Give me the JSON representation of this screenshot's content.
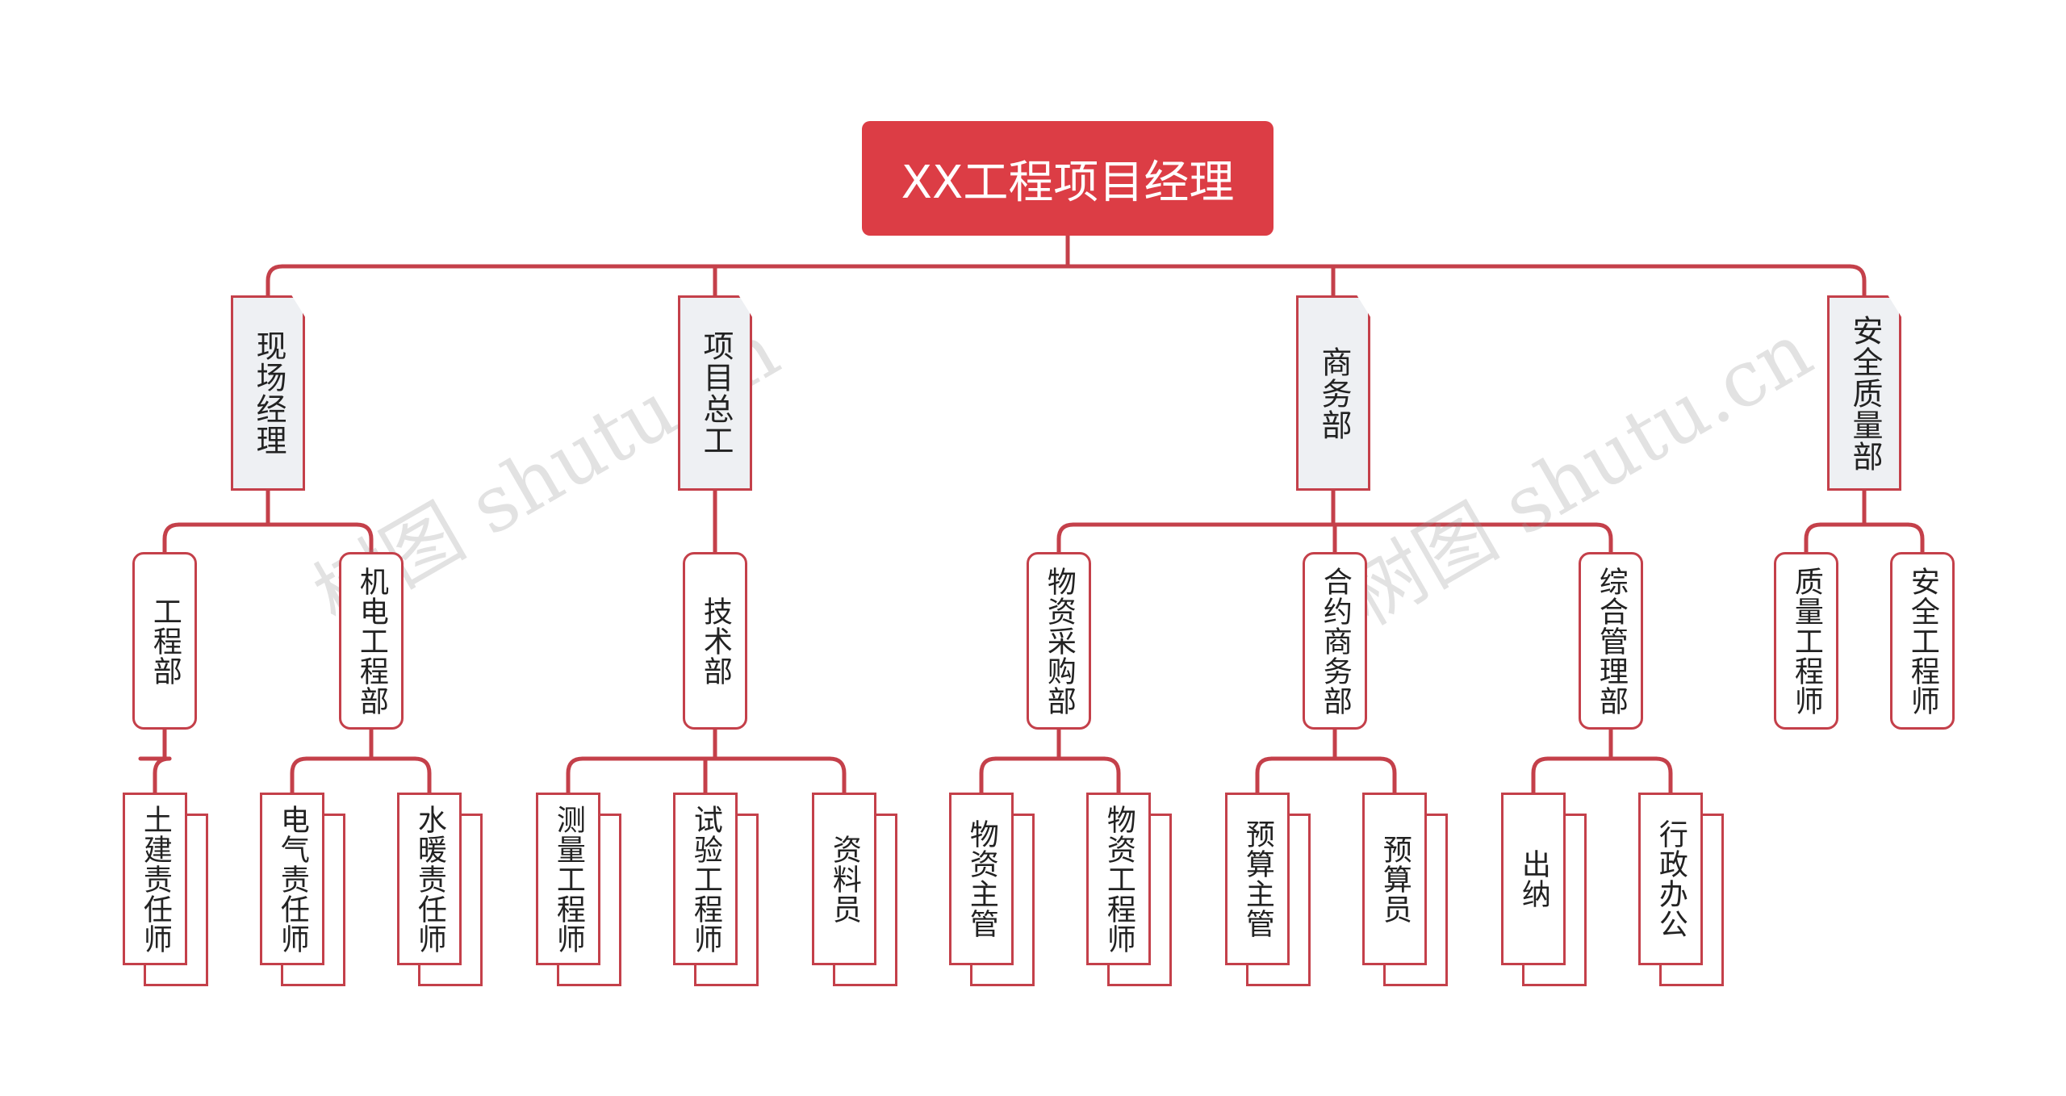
{
  "watermark": "树图 shutu.cn",
  "root": "XX工程项目经理",
  "departments": [
    {
      "label": "现场经理",
      "units": [
        {
          "label": "工程部",
          "roles": [
            "土建责任师"
          ]
        },
        {
          "label": "机电工程部",
          "roles": [
            "电气责任师",
            "水暖责任师"
          ]
        }
      ]
    },
    {
      "label": "项目总工",
      "units": [
        {
          "label": "技术部",
          "roles": [
            "测量工程师",
            "试验工程师",
            "资料员"
          ]
        }
      ]
    },
    {
      "label": "商务部",
      "units": [
        {
          "label": "物资采购部",
          "roles": [
            "物资主管",
            "物资工程师"
          ]
        },
        {
          "label": "合约商务部",
          "roles": [
            "预算主管",
            "预算员"
          ]
        },
        {
          "label": "综合管理部",
          "roles": [
            "出纳",
            "行政办公"
          ]
        }
      ]
    },
    {
      "label": "安全质量部",
      "units": [
        {
          "label": "质量工程师",
          "roles": []
        },
        {
          "label": "安全工程师",
          "roles": []
        }
      ]
    }
  ],
  "colors": {
    "root_fill": "#dc3d45",
    "line": "#c4404a",
    "dept_fill": "#eef0f3"
  }
}
